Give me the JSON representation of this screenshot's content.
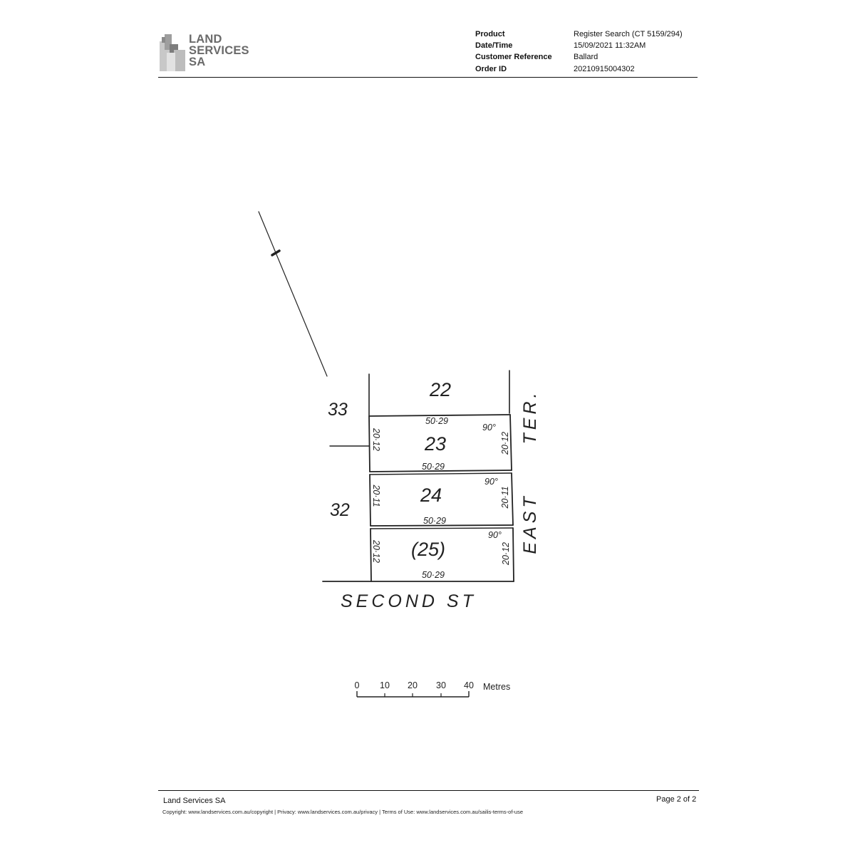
{
  "header": {
    "logo_lines": [
      "LAND",
      "SERVICES",
      "SA"
    ],
    "fields": [
      {
        "label": "Product",
        "value": "Register Search (CT 5159/294)"
      },
      {
        "label": "Date/Time",
        "value": "15/09/2021 11:32AM"
      },
      {
        "label": "Customer Reference",
        "value": "Ballard"
      },
      {
        "label": "Order ID",
        "value": "20210915004302"
      }
    ]
  },
  "plan": {
    "lots": [
      {
        "number": "22"
      },
      {
        "number": "23",
        "top_dim": "50·29",
        "bottom_dim": "50·29",
        "left_dim": "20·12",
        "right_dim": "20·12",
        "angle": "90°"
      },
      {
        "number": "24",
        "bottom_dim": "50·29",
        "left_dim": "20·11",
        "right_dim": "20·11",
        "angle": "90°"
      },
      {
        "number": "(25)",
        "bottom_dim": "50·29",
        "left_dim": "20·12",
        "right_dim": "20·12",
        "angle": "90°"
      }
    ],
    "neighbours": [
      "33",
      "32"
    ],
    "streets": {
      "bottom": "SECOND ST",
      "east_upper": "TER.",
      "east_lower": "EAST"
    },
    "scale": {
      "ticks": [
        "0",
        "10",
        "20",
        "30",
        "40"
      ],
      "unit": "Metres"
    }
  },
  "footer": {
    "org": "Land Services SA",
    "page": "Page 2 of 2",
    "links": "Copyright: www.landservices.com.au/copyright | Privacy: www.landservices.com.au/privacy | Terms of Use: www.landservices.com.au/sailis-terms-of-use"
  }
}
